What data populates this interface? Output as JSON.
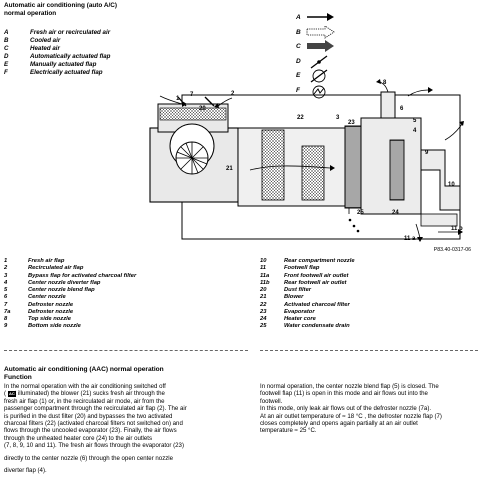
{
  "header": {
    "title_line1": "Automatic air conditioning (auto A/C)",
    "title_line2": "normal operation"
  },
  "symbol_legend": [
    {
      "key": "A",
      "label": "Fresh air or recirculated air"
    },
    {
      "key": "B",
      "label": "Cooled air"
    },
    {
      "key": "C",
      "label": "Heated air"
    },
    {
      "key": "D",
      "label": "Automatically actuated flap"
    },
    {
      "key": "E",
      "label": "Manually actuated flap"
    },
    {
      "key": "F",
      "label": "Electrically actuated flap"
    }
  ],
  "symbol_letters": [
    "A",
    "B",
    "C",
    "D",
    "E",
    "F"
  ],
  "diagram_labels": {
    "l1": "1",
    "l7": "7",
    "l20": "20",
    "l2": "2",
    "l8": "8",
    "l6": "6",
    "l5": "5",
    "l4": "4",
    "l9": "9",
    "l21": "21",
    "l22": "22",
    "l3": "3",
    "l23": "23",
    "l10": "10",
    "l25": "25",
    "l24": "24",
    "l11b": "11 b",
    "l11a": "11 a"
  },
  "figure_ref": "P83.40-0317-06",
  "key_left": [
    {
      "n": "1",
      "label": "Fresh air flap"
    },
    {
      "n": "2",
      "label": "Recirculated air flap"
    },
    {
      "n": "3",
      "label": "Bypass flap for activated charcoal filter"
    },
    {
      "n": "4",
      "label": "Center nozzle diverter flap"
    },
    {
      "n": "5",
      "label": "Center nozzle blend flap"
    },
    {
      "n": "6",
      "label": "Center nozzle"
    },
    {
      "n": "7",
      "label": "Defroster nozzle"
    },
    {
      "n": "7a",
      "label": "Defroster nozzle"
    },
    {
      "n": "8",
      "label": "Top side nozzle"
    },
    {
      "n": "9",
      "label": "Bottom side nozzle"
    }
  ],
  "key_right": [
    {
      "n": "10",
      "label": "Rear compartment nozzle"
    },
    {
      "n": "11",
      "label": "Footwell flap"
    },
    {
      "n": "11a",
      "label": "Front footwell air outlet"
    },
    {
      "n": "11b",
      "label": "Rear footwell air outlet"
    },
    {
      "n": "20",
      "label": "Dust filter"
    },
    {
      "n": "21",
      "label": "Blower"
    },
    {
      "n": "22",
      "label": "Activated charcoal filter"
    },
    {
      "n": "23",
      "label": "Evaporator"
    },
    {
      "n": "24",
      "label": "Heater core"
    },
    {
      "n": "25",
      "label": "Water condensate drain"
    }
  ],
  "section": {
    "title": "Automatic air conditioning (AAC) normal operation",
    "subtitle": "Function",
    "left_lines": [
      "In the normal operation with the air conditioning switched off",
      "(     not illuminated)  the blower (21) sucks  fresh air through the",
      "fresh air flap (1) or, in the recirculated air mode, air from the",
      "passenger compartment through the recirculated air flap (2). The air",
      "is purified in the dust filter (20) and bypasses the two activated",
      "charcoal filters (22) (activated charcoal filters not switched on) and",
      "flows through the uncooled evaporator (23). Finally, the air flows",
      "through the unheated heater core (24) to the air outlets",
      "(7, 8, 9, 10 and 11). The fresh air flows through the evaporator (23)",
      "",
      "directly to the center nozzle (6) through the open center nozzle",
      "",
      "diverter flap (4)."
    ],
    "button_glyph": "AC",
    "right_lines": [
      "In normal operation, the center nozzle blend flap (5) is closed.  The",
      "footwell flap (11) is open in this mode and air flows out into the",
      "footwell.",
      "In this mode, only leak air flows out of the defroster nozzle (7a).",
      "At an air outlet temperature of ≈ 18 °C , the defroster nozzle  flap  (7)",
      "closes completely and opens again partially at an air outlet",
      "temperature ≈ 25 °C."
    ]
  }
}
